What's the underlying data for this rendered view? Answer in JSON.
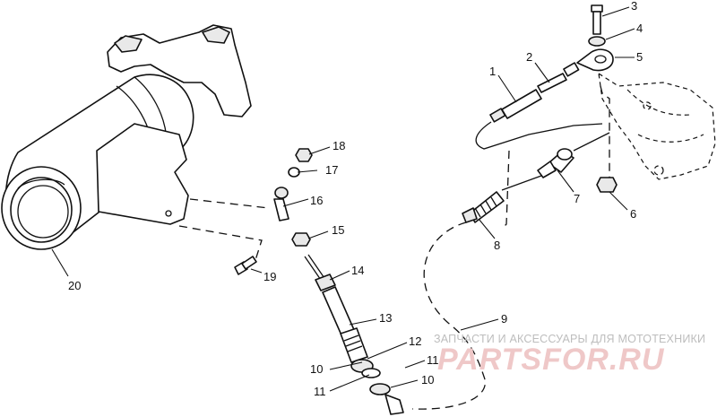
{
  "callouts": {
    "c1": "1",
    "c2": "2",
    "c3": "3",
    "c4": "4",
    "c5": "5",
    "c6": "6",
    "c7": "7",
    "c8": "8",
    "c9": "9",
    "c10a": "10",
    "c10b": "10",
    "c11a": "11",
    "c11b": "11",
    "c12": "12",
    "c13": "13",
    "c14": "14",
    "c15": "15",
    "c16": "16",
    "c17": "17",
    "c18": "18",
    "c19": "19",
    "c20": "20"
  },
  "watermark": {
    "tagline": "ЗАПЧАСТИ И АКСЕССУАРЫ ДЛЯ МОТОТЕХНИКИ",
    "logo": "PARTSFOR.RU",
    "colors": {
      "tagline": "#bdbdbd",
      "logo": "#efc8c8"
    }
  }
}
